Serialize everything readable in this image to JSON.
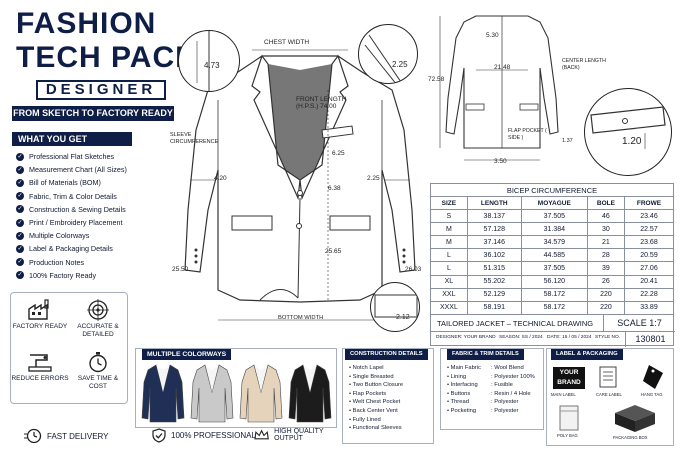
{
  "header": {
    "title_line1": "FASHION",
    "title_line2": "TECH PACK",
    "subtitle": "DESIGNER",
    "banner": "FROM SKETCH TO FACTORY READY"
  },
  "what_you_get": {
    "heading": "WHAT YOU GET",
    "items": [
      "Professional Flat Sketches",
      "Measurement Chart (All Sizes)",
      "Bill of Materials (BOM)",
      "Fabric, Trim & Color Details",
      "Construction & Sewing Details",
      "Print / Embroidery Placement",
      "Multiple Colorways",
      "Label & Packaging Details",
      "Production Notes",
      "100% Factory Ready"
    ]
  },
  "features": [
    {
      "icon": "factory-icon",
      "label": "FACTORY READY"
    },
    {
      "icon": "target-icon",
      "label": "ACCURATE & DETAILED"
    },
    {
      "icon": "sewing-machine-icon",
      "label": "REDUCE ERRORS"
    },
    {
      "icon": "stopwatch-icon",
      "label": "SAVE TIME & COST"
    }
  ],
  "bottom_bar": {
    "delivery": "FAST DELIVERY",
    "professional": "100% PROFESSIONAL",
    "quality": "HIGH QUALITY OUTPUT"
  },
  "front_measurements": {
    "chest_width": "CHEST WIDTH",
    "front_length": "FRONT LENGTH (H.P.S.) 74.00",
    "sleeve_circ": "SLEEVE CIRCUMFERENCE",
    "bottom_width": "BOTTOM WIDTH",
    "v_625": "6.25",
    "v_638": "6.38",
    "v_420": "4.20",
    "v_225b": "2.25",
    "v_2565": "25.65",
    "v_2550": "25.50",
    "v_2603": "26.03"
  },
  "details": {
    "collar": "4.73",
    "pocket_top": "2.25",
    "pocket_bottom": "2.12",
    "welt": "1.20"
  },
  "back_measurements": {
    "v_530": "5.30",
    "v_7258": "72.58",
    "v_2148": "21.48",
    "v_350": "3.50",
    "v_137": "1.37",
    "center_length": "CENTER LENGTH (BACK)",
    "flap_pocket": "FLAP POCKET ( SIDE )"
  },
  "bicep": {
    "title": "BICEP CIRCUMFERENCE",
    "headers": [
      "SIZE",
      "LENGTH",
      "MOYAGUE",
      "BOLE",
      "FROWE"
    ],
    "rows": [
      [
        "S",
        "38.137",
        "37.505",
        "46",
        "23.46"
      ],
      [
        "M",
        "57.128",
        "31.384",
        "30",
        "22.57"
      ],
      [
        "M",
        "37.146",
        "34.579",
        "21",
        "23.68"
      ],
      [
        "L",
        "36.102",
        "44.585",
        "28",
        "20.59"
      ],
      [
        "L",
        "51.315",
        "37.505",
        "39",
        "27.06"
      ],
      [
        "XL",
        "55.202",
        "56.120",
        "26",
        "20.41"
      ],
      [
        "XXL",
        "52.129",
        "58.172",
        "220",
        "22.28"
      ],
      [
        "XXXL",
        "58.191",
        "58.172",
        "220",
        "33.89"
      ]
    ]
  },
  "drawing_info": {
    "title": "TAILORED JACKET – TECHNICAL DRAWING",
    "scale": "SCALE 1:7",
    "designer": "DESIGNER: YOUR BRAND",
    "season": "SEASON: SS / 2024",
    "date": "DATE: 15 / 05 / 2024",
    "style_label": "STYLE NO.",
    "style_no": "130801"
  },
  "colorways": {
    "heading": "MULTIPLE COLORWAYS",
    "colors": [
      "#1f2f55",
      "#c9c9c9",
      "#e6d3bb",
      "#1c1c1c"
    ]
  },
  "construction": {
    "heading": "CONSTRUCTION DETAILS",
    "items": [
      "Notch Lapel",
      "Single Breasted",
      "Two Button Closure",
      "Flap Pockets",
      "Welt Chest Pocket",
      "Back Center Vent",
      "Fully Lined",
      "Functional Sleeves"
    ]
  },
  "fabric": {
    "heading": "FABRIC & TRIM DETAILS",
    "rows": [
      [
        "Main Fabric",
        ": Wool Blend"
      ],
      [
        "Lining",
        ": Polyester 100%"
      ],
      [
        "Interfacing",
        ": Fusible"
      ],
      [
        "Buttons",
        ": Resin / 4 Hole"
      ],
      [
        "Thread",
        ": Polyester"
      ],
      [
        "Pocketing",
        ": Polyester"
      ]
    ]
  },
  "labels": {
    "heading": "LABEL & PACKAGING",
    "brand_line1": "YOUR",
    "brand_line2": "BRAND",
    "main_label": "MAIN LABEL",
    "care_label": "CARE LABEL",
    "hang_tag": "HANG TAG",
    "poly_bag": "POLY BAG",
    "packaging_box": "PACKAGING BOX"
  }
}
